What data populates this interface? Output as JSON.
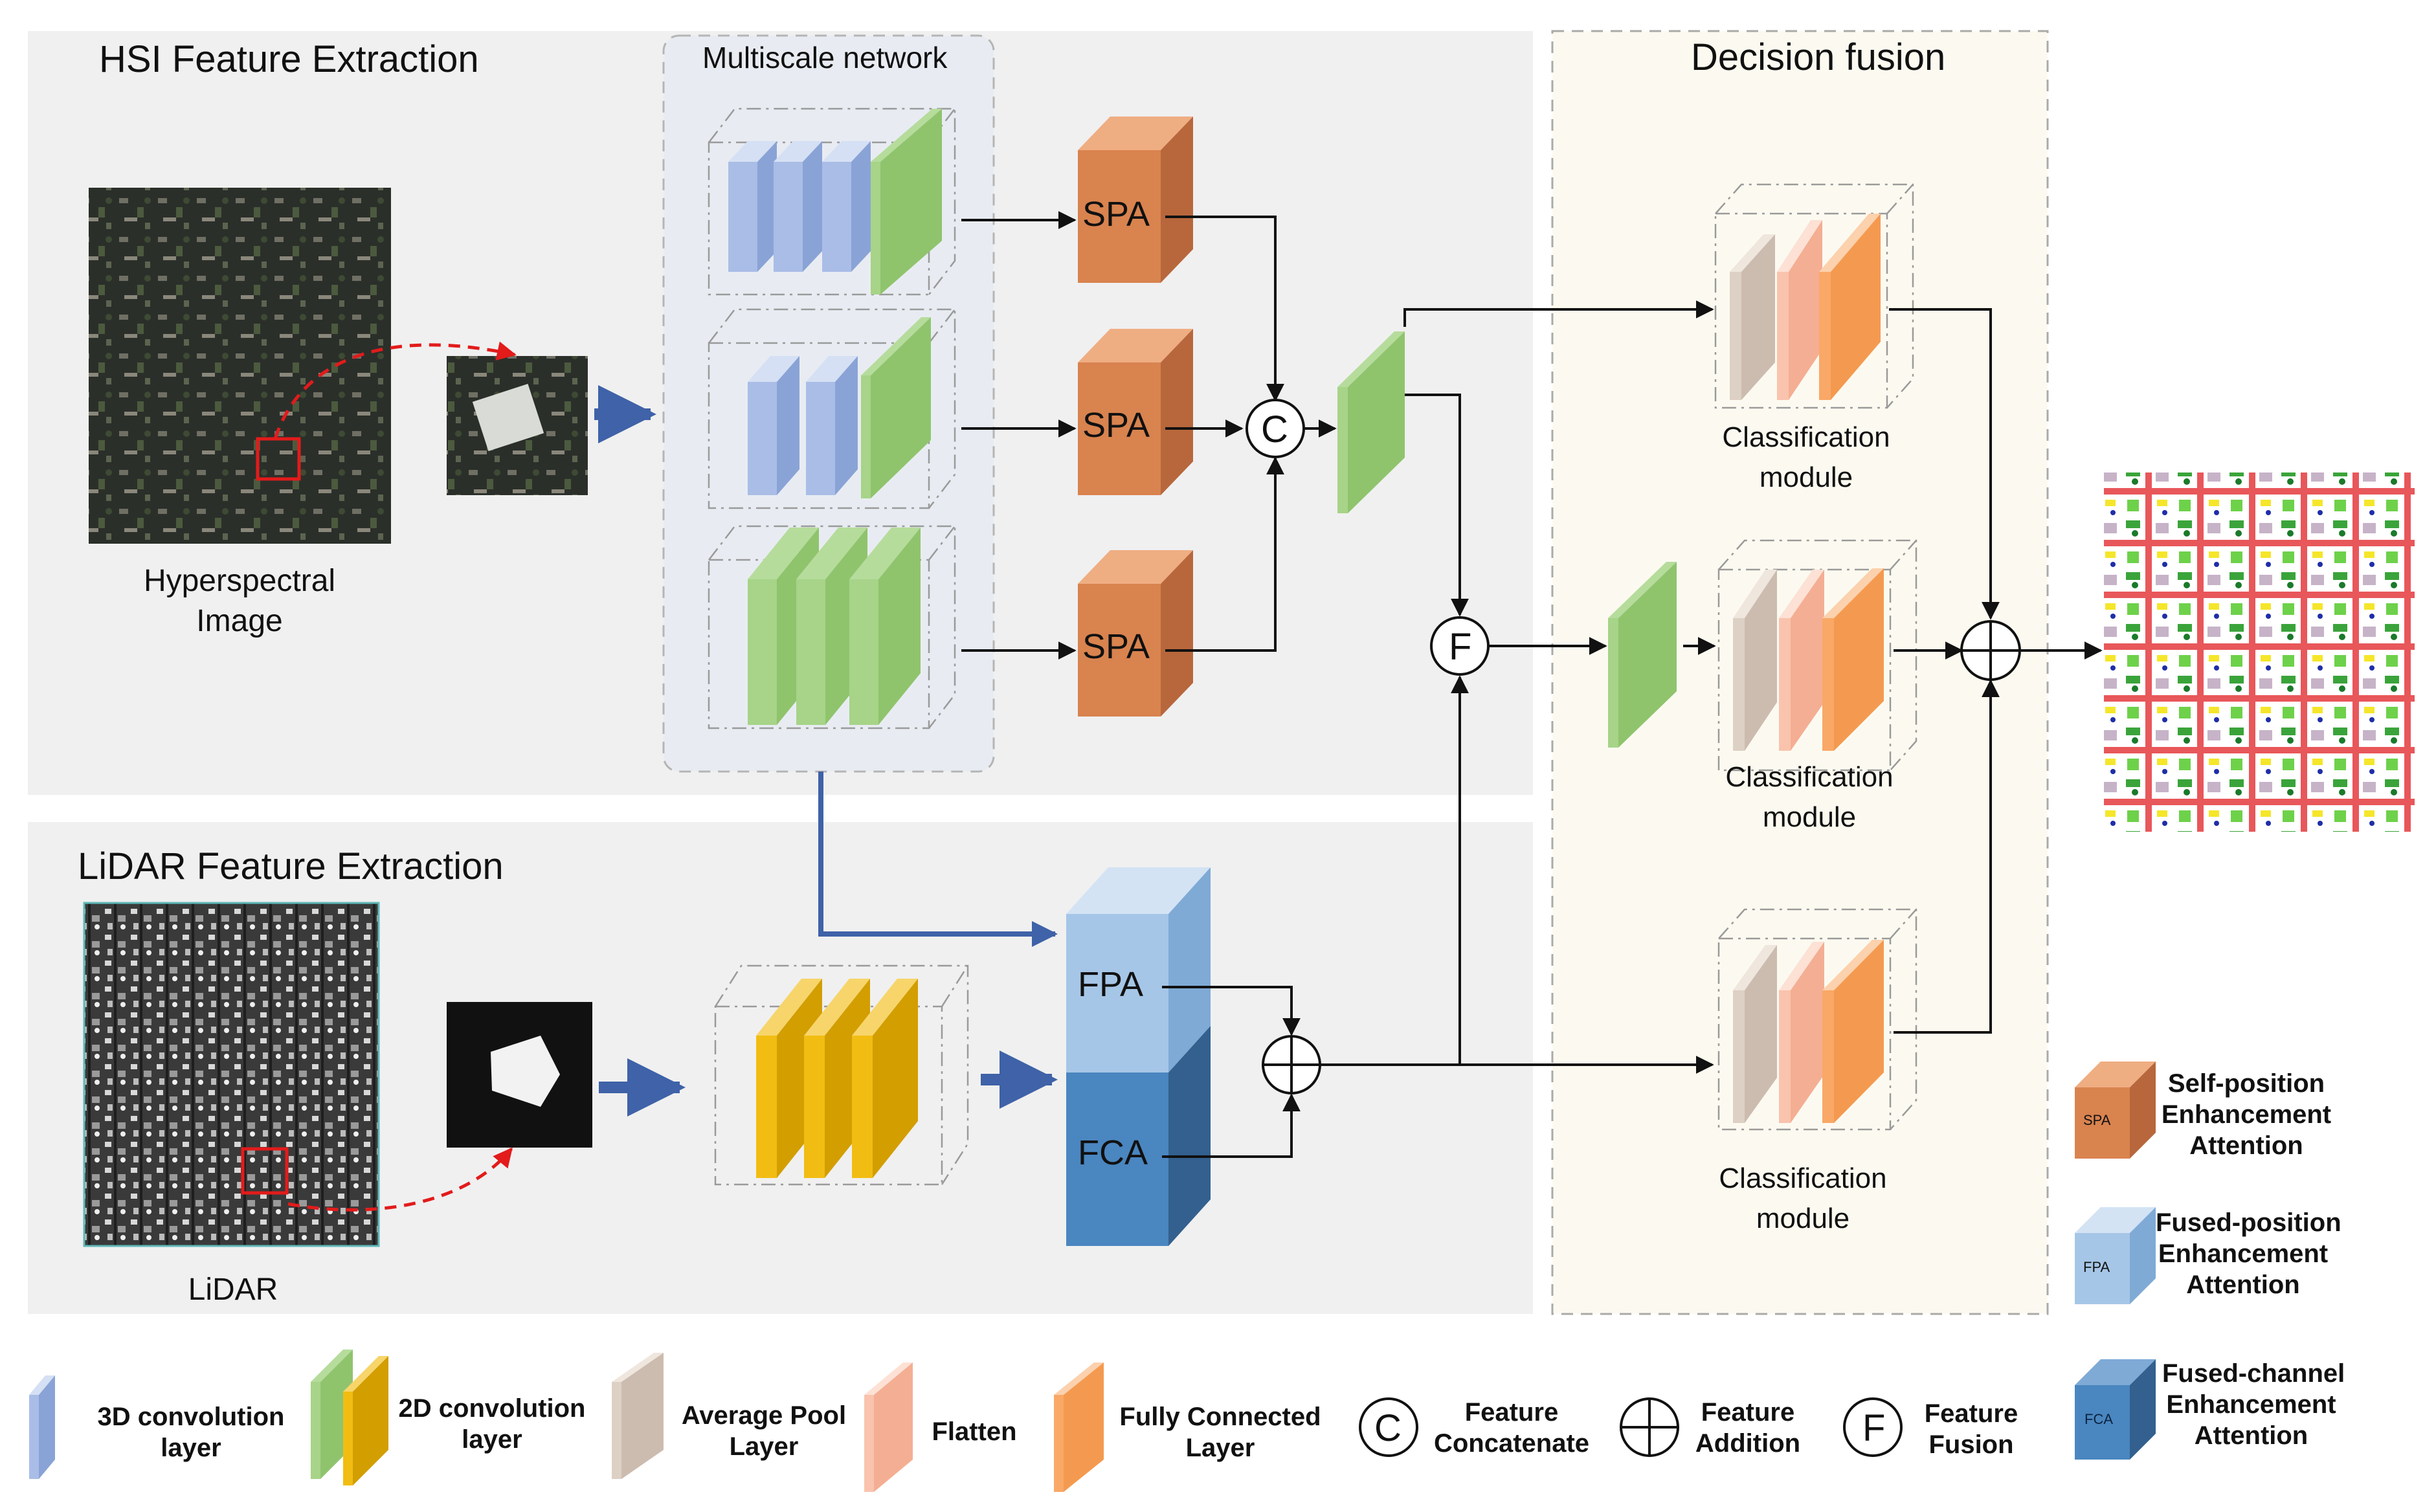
{
  "panels": {
    "hsi_title": "HSI Feature Extraction",
    "lidar_title": "LiDAR Feature Extraction",
    "multiscale_title": "Multiscale network",
    "decision_title": "Decision fusion"
  },
  "inputs": {
    "hsi_label_line1": "Hyperspectral",
    "hsi_label_line2": "Image",
    "lidar_label": "LiDAR"
  },
  "blocks": {
    "spa": "SPA",
    "fpa": "FPA",
    "fca": "FCA",
    "concat_symbol": "C",
    "fusion_symbol": "F"
  },
  "modules": {
    "top_line1": "Classification",
    "top_line2": "module",
    "mid_line1": "Classification",
    "mid_line2": "module",
    "bot_line1": "Classification",
    "bot_line2": "module"
  },
  "side_legend": {
    "spa_mini": "SPA",
    "spa_line1": "Self-position",
    "spa_line2": "Enhancement",
    "spa_line3": "Attention",
    "fpa_mini": "FPA",
    "fpa_line1": "Fused-position",
    "fpa_line2": "Enhancement",
    "fpa_line3": "Attention",
    "fca_mini": "FCA",
    "fca_line1": "Fused-channel",
    "fca_line2": "Enhancement",
    "fca_line3": "Attention"
  },
  "bottom_legend": {
    "conv3d_line1": "3D convolution",
    "conv3d_line2": "layer",
    "conv2d_line1": "2D convolution",
    "conv2d_line2": "layer",
    "avgpool_line1": "Average Pool",
    "avgpool_line2": "Layer",
    "flatten": "Flatten",
    "fc_line1": "Fully Connected",
    "fc_line2": "Layer",
    "concat_symbol": "C",
    "concat_line1": "Feature",
    "concat_line2": "Concatenate",
    "add_line1": "Feature",
    "add_line2": "Addition",
    "fusion_symbol": "F",
    "fusion_line1": "Feature",
    "fusion_line2": "Fusion"
  },
  "colors": {
    "conv3d": "#a9bde6",
    "conv2d_green": "#8fc46d",
    "conv2d_yellow": "#f2bd12",
    "avgpool": "#ddd0c4",
    "flatten": "#f9c3ad",
    "fully_connected": "#f9a867",
    "spa": "#d9834f",
    "fpa": "#a6c6e7",
    "fca": "#4a86c0",
    "panel_bg": "#f0f0f0",
    "decision_bg": "#fcfaf0",
    "multiscale_bg": "#e8ecf2",
    "blue_arrow": "#3f62a8",
    "red_arrow": "#e31b1b"
  }
}
